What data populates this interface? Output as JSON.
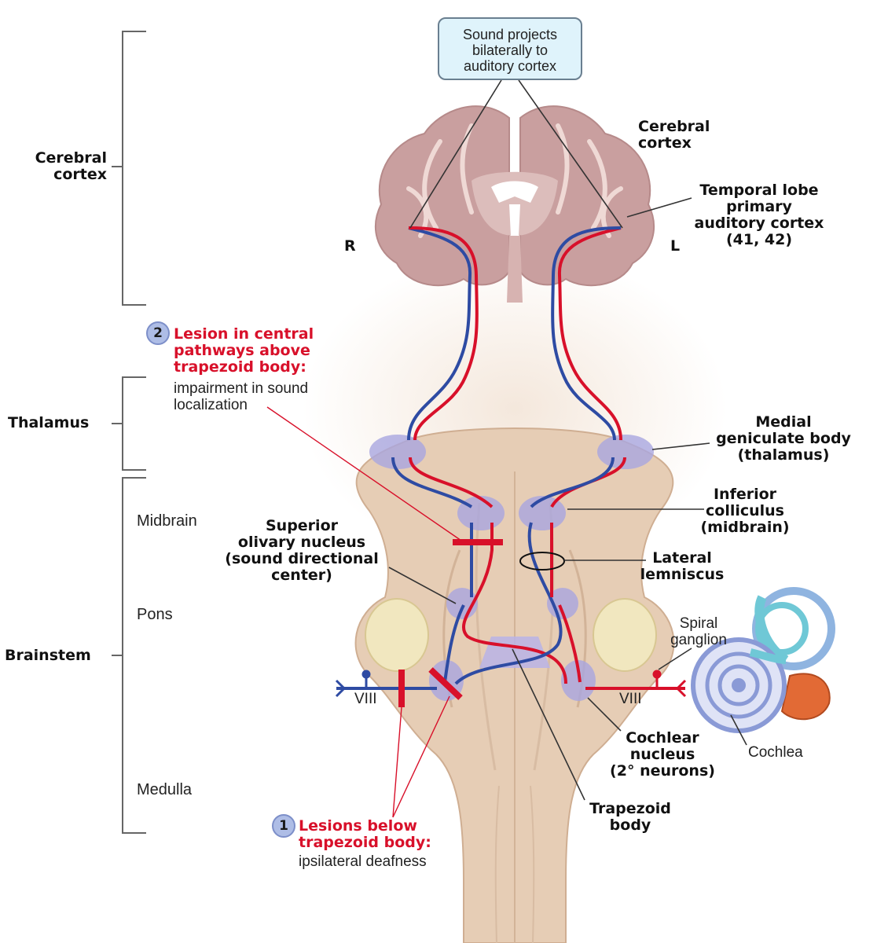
{
  "levels": {
    "cerebral_cortex": [
      "Cerebral",
      "cortex"
    ],
    "thalamus": "Thalamus",
    "brainstem": "Brainstem"
  },
  "sublevels": {
    "midbrain": "Midbrain",
    "pons": "Pons",
    "medulla": "Medulla"
  },
  "callout": [
    "Sound projects",
    "bilaterally to",
    "auditory cortex"
  ],
  "sides": {
    "right": "R",
    "left": "L"
  },
  "structures": {
    "cerebral_cortex": [
      "Cerebral",
      "cortex"
    ],
    "temporal_lobe": [
      "Temporal lobe",
      "primary",
      "auditory cortex",
      "(41, 42)"
    ],
    "medial_geniculate": [
      "Medial",
      "geniculate body",
      "(thalamus)"
    ],
    "inferior_colliculus": [
      "Inferior",
      "colliculus",
      "(midbrain)"
    ],
    "lateral_lemniscus": [
      "Lateral",
      "lemniscus"
    ],
    "superior_olivary": [
      "Superior",
      "olivary nucleus",
      "(sound directional",
      "center)"
    ],
    "spiral_ganglion": [
      "Spiral",
      "ganglion"
    ],
    "cochlear_nucleus": [
      "Cochlear",
      "nucleus",
      "(2° neurons)"
    ],
    "trapezoid_body": [
      "Trapezoid",
      "body"
    ],
    "cochlea": "Cochlea",
    "nerve_left": "VIII",
    "nerve_right": "VIII"
  },
  "lesions": [
    {
      "number": "2",
      "title": [
        "Lesion in central",
        "pathways above",
        "trapezoid body:"
      ],
      "effect": [
        "impairment in sound",
        "localization"
      ]
    },
    {
      "number": "1",
      "title": [
        "Lesions below",
        "trapezoid body:"
      ],
      "effect": [
        "ipsilateral deafness"
      ]
    }
  ],
  "colors": {
    "pathway_blue": "#2e4ba3",
    "pathway_red": "#d8102a",
    "nucleus": "#a9a6e0",
    "brain": "#c9a3a3",
    "brainstem": "#e3c9b0",
    "cochlea": "#6fc8d6"
  }
}
